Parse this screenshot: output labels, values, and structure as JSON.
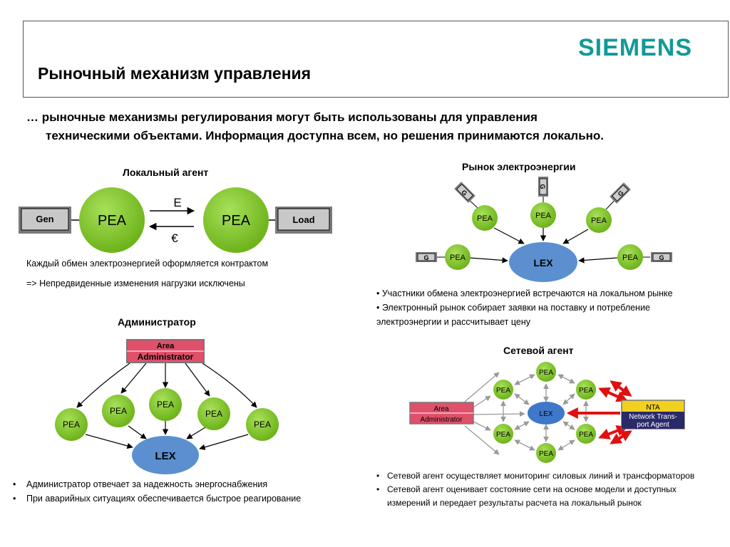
{
  "header": {
    "logo": "SIEMENS",
    "title": "Рыночный механизм управления"
  },
  "intro": {
    "line1": "… рыночные механизмы регулирования могут быть использованы для управления",
    "line2": "техническими объектами. Информация доступна всем, но решения принимаются локально."
  },
  "local_agent": {
    "heading": "Локальный агент",
    "gen": "Gen",
    "load": "Load",
    "pea": "PEA",
    "energy": "E",
    "money": "€",
    "note1": "Каждый обмен электроэнергией оформляется контрактом",
    "note2": "=>  Непредвиденные изменения нагрузки исключены"
  },
  "market": {
    "heading": "Рынок электроэнергии",
    "pea": "PEA",
    "lex": "LEX",
    "g": "G",
    "bullet1": "• Участники обмена электроэнергией встречаются на локальном рынке",
    "bullet2": "• Электронный рынок собирает заявки на поставку и потребление",
    "bullet2b": "электроэнергии и рассчитывает цену"
  },
  "administrator": {
    "heading": "Администратор",
    "box_line1": "Area",
    "box_line2": "Administrator",
    "pea": "PEA",
    "lex": "LEX",
    "bullet1": "Администратор отвечает за надежность энергоснабжения",
    "bullet2": "При аварийных ситуациях обеспечивается быстрое реагирование"
  },
  "network_agent": {
    "heading": "Сетевой агент",
    "area_line1": "Area",
    "area_line2": "Administrator",
    "pea": "PEA",
    "lex": "LEX",
    "nta_line1": "NTA",
    "nta_line2": "Network Trans-",
    "nta_line3": "port Agent",
    "bullet1": "Сетевой агент осуществляет мониторинг силовых линий и трансформаторов",
    "bullet2": "Сетевой агент оценивает состояние сети на основе модели и доступных",
    "bullet2b": "измерений и передает результаты расчета на локальный рынок"
  },
  "colors": {
    "pea_green": "#7dc21e",
    "lex_blue": "#5b8fd0",
    "admin_red": "#e0506a",
    "nta_yellow": "#f0d020",
    "nta_navy": "#2a2a6a",
    "siemens_teal": "#119999",
    "arrow_red": "#e01010"
  }
}
